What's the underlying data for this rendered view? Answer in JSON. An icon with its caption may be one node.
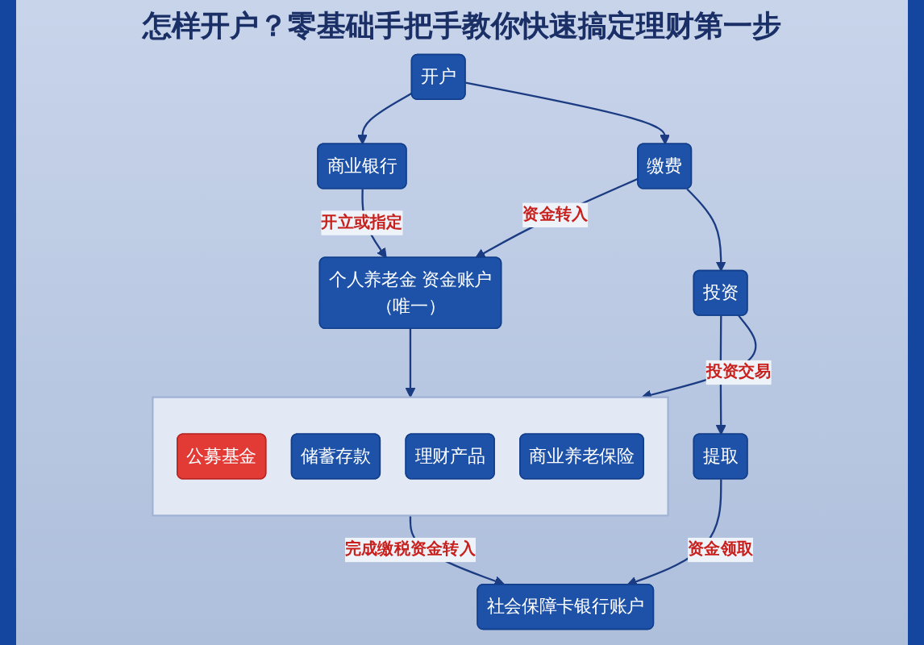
{
  "diagram": {
    "title": "怎样开户？零基础手把手教你快速搞定理财第一步",
    "nodes": [
      {
        "text": [
          "开户"
        ]
      },
      {
        "text": [
          "商业银行"
        ]
      },
      {
        "text": [
          "缴费"
        ]
      },
      {
        "text": [
          "个人养老金 资金账户",
          "（唯一）"
        ]
      },
      {
        "text": [
          "投资"
        ]
      },
      {
        "text": [],
        "shape": "box"
      },
      {
        "text": [
          "公募基金"
        ],
        "in": 5
      },
      {
        "text": [
          "储蓄存款"
        ],
        "in": 5
      },
      {
        "text": [
          "理财产品"
        ],
        "in": 5
      },
      {
        "text": [
          "商业养老保险"
        ],
        "in": 5
      },
      {
        "text": [
          "提取"
        ]
      },
      {
        "text": [
          "社会保障卡银行账户"
        ]
      }
    ],
    "edges": [
      {
        "from": 0,
        "to": 1,
        "arrow": "to"
      },
      {
        "from": 0,
        "to": 2,
        "arrow": "to"
      },
      {
        "from": 1,
        "to": 3,
        "arrow": "to",
        "label": "开立或指定"
      },
      {
        "from": 2,
        "to": 3,
        "arrow": "to",
        "label": "资金转入"
      },
      {
        "from": 3,
        "to": 5,
        "arrow": "to"
      },
      {
        "from": 2,
        "to": 4,
        "arrow": "to"
      },
      {
        "from": 4,
        "to": 5,
        "arrow": "to",
        "label": "投资交易"
      },
      {
        "from": 5,
        "to": 11,
        "arrow": "to",
        "label": "完成缴税资金转入"
      },
      {
        "from": 4,
        "to": 10,
        "arrow": "to"
      },
      {
        "from": 10,
        "to": 11,
        "arrow": "to",
        "label": "资金领取"
      }
    ]
  }
}
